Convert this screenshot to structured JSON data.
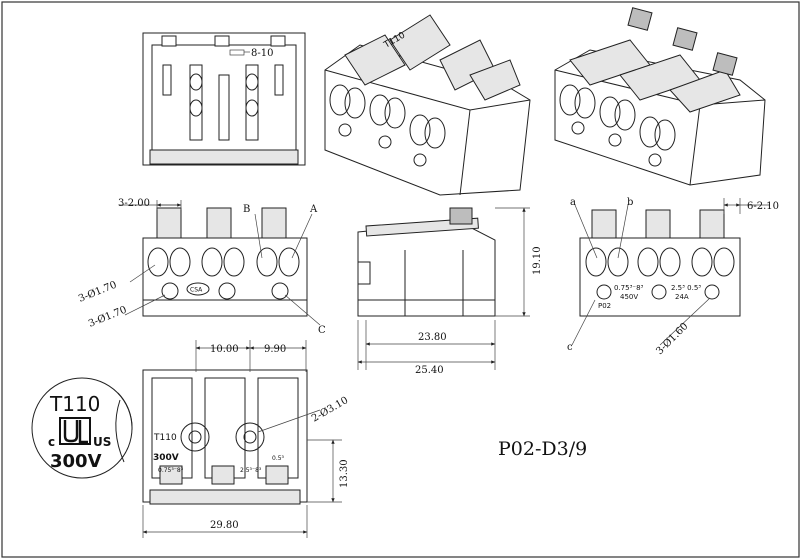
{
  "model_code": "P02-D3/9",
  "dimensions": {
    "top_hole_label": "8-10",
    "front_pitch": "3-2.00",
    "front_hole_a": "3-Ø1.70",
    "front_hole_b": "3-Ø1.70",
    "side_height": "19.10",
    "side_width_inner": "23.80",
    "side_width_outer": "25.40",
    "rear_right_pitch": "6-2.10",
    "rear_hole": "3-Ø1.60",
    "bottom_pitch_1": "10.00",
    "bottom_pitch_2": "9.90",
    "bottom_hole": "2-Ø3.10",
    "bottom_height": "13.30",
    "bottom_width": "29.80"
  },
  "callouts": {
    "a_front": "A",
    "b_front": "B",
    "c_front": "C",
    "a_rear": "a",
    "b_rear": "b",
    "c_rear": "c"
  },
  "markings": {
    "detail_model": "T110",
    "detail_cert_left": "c",
    "detail_cert_right": "US",
    "detail_voltage": "300V",
    "bottom_model": "T110",
    "bottom_voltage": "300V",
    "bottom_spec_1": "0.75³⁻8³",
    "bottom_spec_2": "2.5³⁻8³",
    "bottom_spec_3": "0.5³",
    "rear_spec_1": "0.75³⁻8³",
    "rear_voltage": "450V",
    "rear_spec_2": "2.5³ 0.5³",
    "rear_current": "24A",
    "rear_model": "P02",
    "iso_label": "T110",
    "csa_logo": "CSA"
  }
}
